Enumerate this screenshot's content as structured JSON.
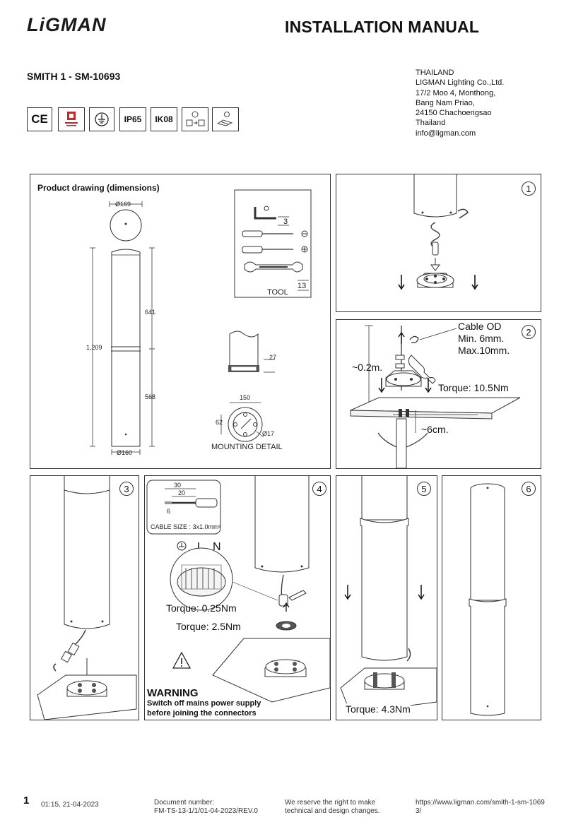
{
  "header": {
    "logo": "LiGMAN",
    "title": "INSTALLATION MANUAL",
    "model": "SMITH 1 - SM-10693"
  },
  "address": [
    "THAILAND",
    "LIGMAN Lighting Co.,Ltd.",
    "17/2 Moo 4, Monthong,",
    "Bang Nam Priao,",
    "24150 Chachoengsao",
    "Thailand",
    "info@ligman.com"
  ],
  "certifications": [
    "CE",
    "IP65",
    "IK08"
  ],
  "drawing": {
    "title": "Product drawing (dimensions)",
    "top_diameter": "Ø169",
    "bottom_diameter": "Ø160",
    "total_height": "1,209",
    "upper_height": "641",
    "lower_height": "568",
    "tool_label": "TOOL",
    "allen_size": "3",
    "wrench_size": "13",
    "base_height": "27",
    "plate_width": "150",
    "plate_height": "62",
    "hole_diameter": "Ø17",
    "mounting_label": "MOUNTING DETAIL"
  },
  "steps": {
    "s1": "1",
    "s2": "2",
    "s3": "3",
    "s4": "4",
    "s5": "5",
    "s6": "6",
    "cable_od": "Cable OD",
    "cable_min": "Min. 6mm.",
    "cable_max": "Max.10mm.",
    "cable_len": "~0.2m.",
    "torque_step2": "Torque: 10.5Nm",
    "bolt_len": "~6cm.",
    "strip_30": "30",
    "strip_20": "20",
    "strip_6": "6",
    "cable_size": "CABLE SIZE : 3x1.0mm²",
    "label_l": "L",
    "label_n": "N",
    "torque_small": "Torque: 0.25Nm",
    "torque_gland": "Torque: 2.5Nm",
    "warning_title": "WARNING",
    "warning_line1": "Switch off mains power supply",
    "warning_line2": "before joining the connectors",
    "torque_step5": "Torque: 4.3Nm"
  },
  "footer": {
    "page": "1",
    "timestamp": "01:15, 21-04-2023",
    "doc_label": "Document number:",
    "doc_number": "FM-TS-13-1/1/01-04-2023/REV.0",
    "reserve1": "We reserve the right to make",
    "reserve2": "technical and design changes.",
    "url1": "https://www.ligman.com/smith-1-sm-1069",
    "url2": "3/"
  }
}
